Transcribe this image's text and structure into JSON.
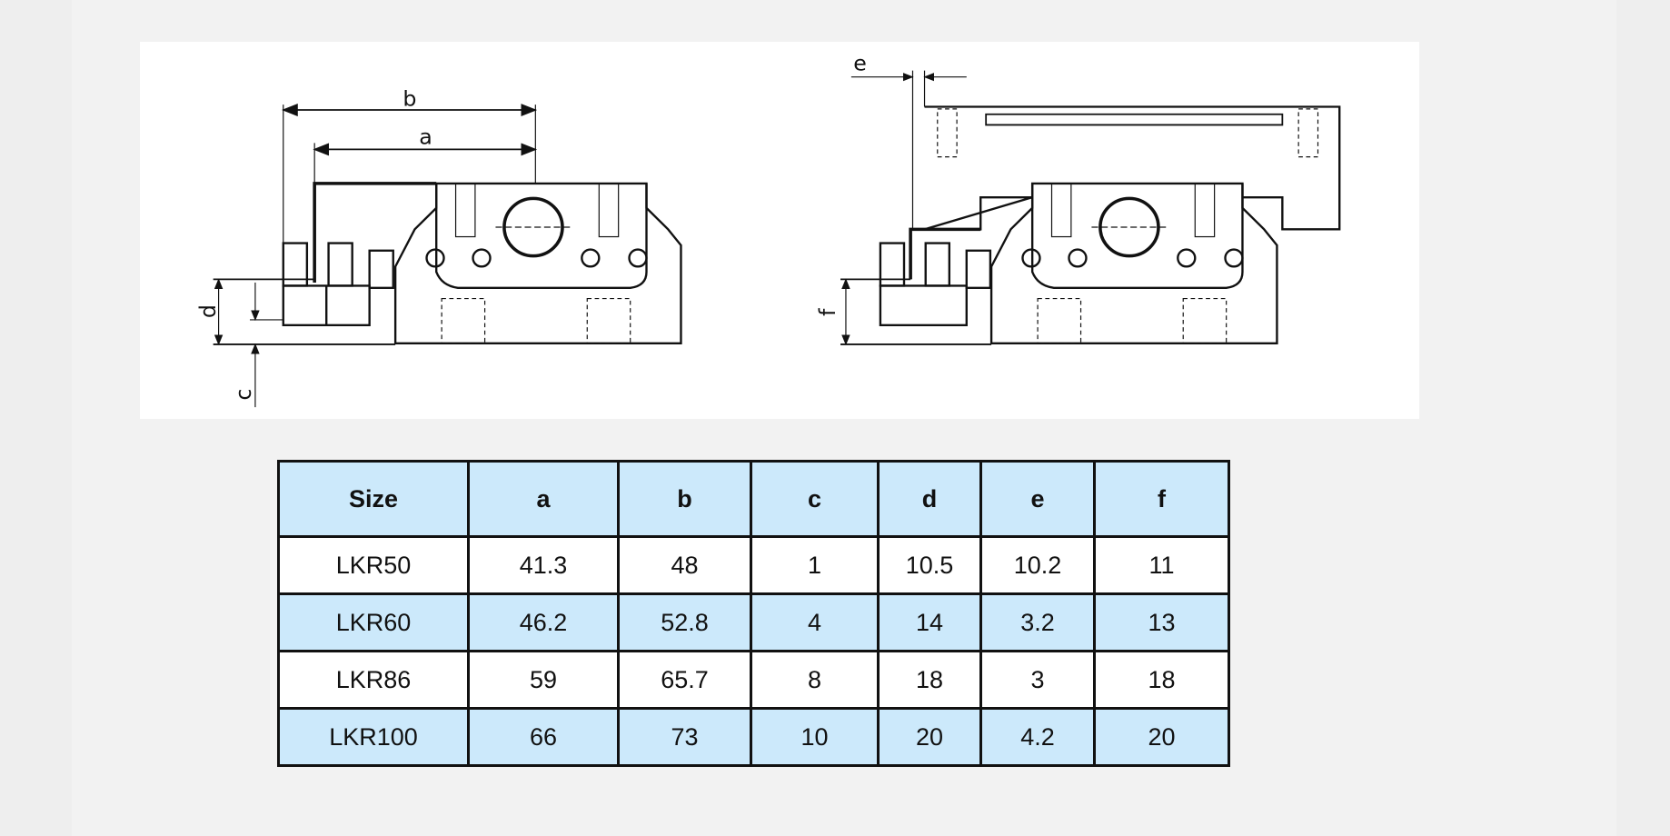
{
  "diagram": {
    "left_labels": [
      "a",
      "b",
      "c",
      "d"
    ],
    "right_labels": [
      "e",
      "f"
    ]
  },
  "table": {
    "headers": [
      "Size",
      "a",
      "b",
      "c",
      "d",
      "e",
      "f"
    ],
    "rows": [
      [
        "LKR50",
        "41.3",
        "48",
        "1",
        "10.5",
        "10.2",
        "11"
      ],
      [
        "LKR60",
        "46.2",
        "52.8",
        "4",
        "14",
        "3.2",
        "13"
      ],
      [
        "LKR86",
        "59",
        "65.7",
        "8",
        "18",
        "3",
        "18"
      ],
      [
        "LKR100",
        "66",
        "73",
        "10",
        "20",
        "4.2",
        "20"
      ]
    ]
  },
  "colors": {
    "header_bg": "#cce9fb",
    "alt_row_bg": "#cce9fb",
    "border": "#111111"
  }
}
